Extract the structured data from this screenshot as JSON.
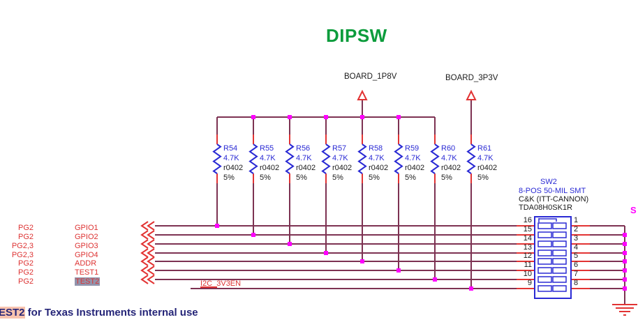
{
  "title": "DIPSW",
  "colors": {
    "title_green": "#0c9c3c",
    "wire_maroon": "#7d3252",
    "pin_red": "#e23333",
    "net_label_red": "#dd3333",
    "symbol_blue": "#2a2ad4",
    "junction_magenta": "#ff00ff",
    "footer_navy": "#252578",
    "footer_highlight_pink": "#f8c3ae",
    "selection_gray": "#9194ac"
  },
  "power_rails": [
    {
      "label": "BOARD_1P8V"
    },
    {
      "label": "BOARD_3P3V"
    }
  ],
  "resistors": [
    {
      "ref": "R54",
      "value": "4.7K",
      "footprint": "r0402",
      "tolerance": "5%"
    },
    {
      "ref": "R55",
      "value": "4.7K",
      "footprint": "r0402",
      "tolerance": "5%"
    },
    {
      "ref": "R56",
      "value": "4.7K",
      "footprint": "r0402",
      "tolerance": "5%"
    },
    {
      "ref": "R57",
      "value": "4.7K",
      "footprint": "r0402",
      "tolerance": "5%"
    },
    {
      "ref": "R58",
      "value": "4.7K",
      "footprint": "r0402",
      "tolerance": "5%"
    },
    {
      "ref": "R59",
      "value": "4.7K",
      "footprint": "r0402",
      "tolerance": "5%"
    },
    {
      "ref": "R60",
      "value": "4.7K",
      "footprint": "r0402",
      "tolerance": "5%"
    },
    {
      "ref": "R61",
      "value": "4.7K",
      "footprint": "r0402",
      "tolerance": "5%"
    }
  ],
  "nets": [
    {
      "pages": "PG2",
      "name": "GPIO1"
    },
    {
      "pages": "PG2",
      "name": "GPIO2"
    },
    {
      "pages": "PG2,3",
      "name": "GPIO3"
    },
    {
      "pages": "PG2,3",
      "name": "GPIO4"
    },
    {
      "pages": "PG2",
      "name": "ADDR"
    },
    {
      "pages": "PG2",
      "name": "TEST1"
    },
    {
      "pages": "PG2",
      "name": "TEST2"
    }
  ],
  "inline_net": {
    "name": "I2C_3V3EN"
  },
  "switch": {
    "ref": "SW2",
    "description": "8-POS 50-MIL SMT",
    "manufacturer": "C&K (ITT-CANNON)",
    "part_number": "TDA08H0SK1R",
    "left_pins": [
      "16",
      "15",
      "14",
      "13",
      "12",
      "11",
      "10",
      "9"
    ],
    "right_pins": [
      "1",
      "2",
      "3",
      "4",
      "5",
      "6",
      "7",
      "8"
    ]
  },
  "edge_label": "S",
  "footer": {
    "highlighted": "EST2",
    "text": " for Texas Instruments internal use"
  }
}
